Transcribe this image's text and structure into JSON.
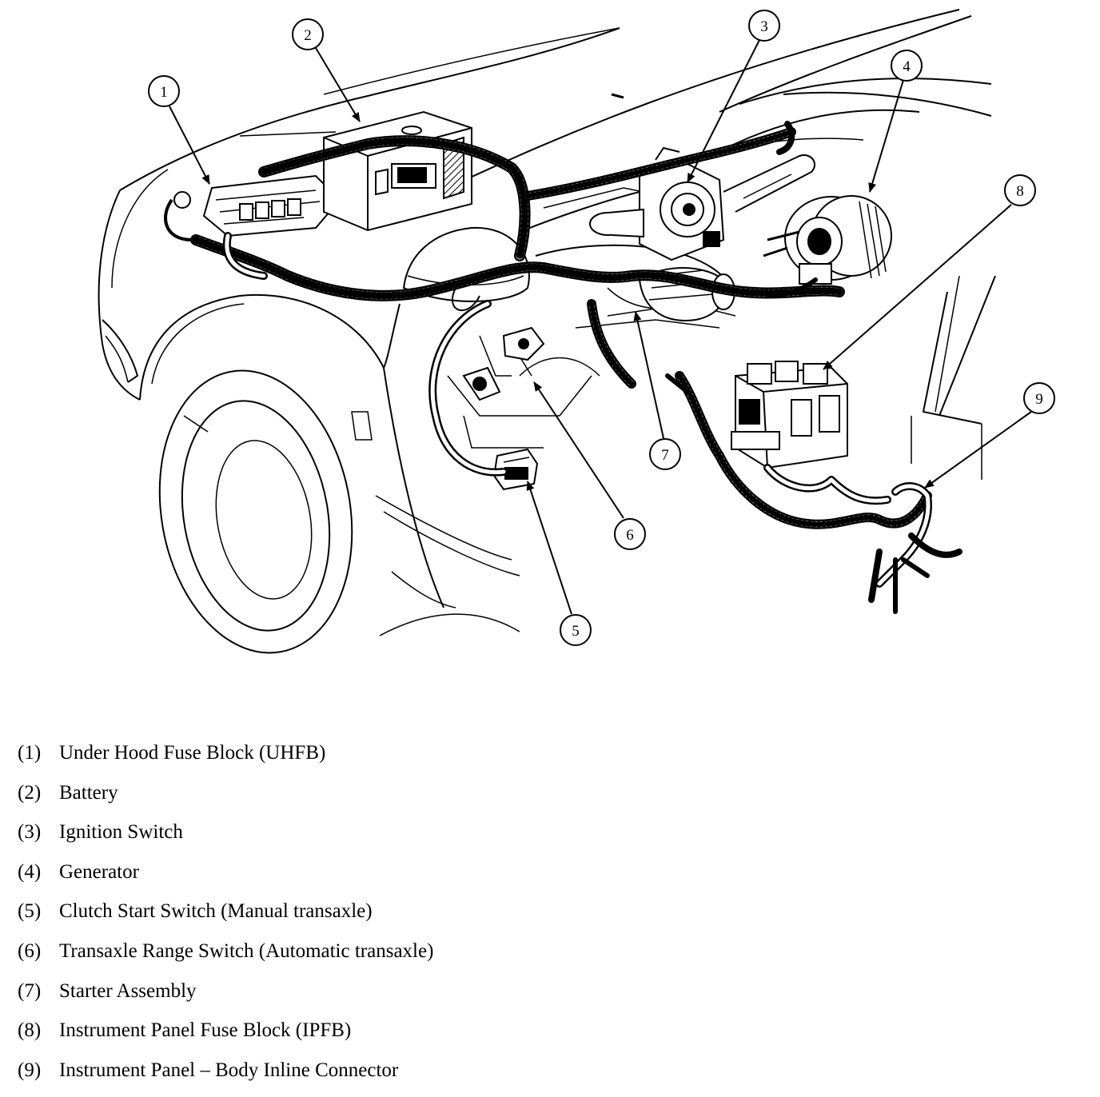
{
  "colors": {
    "ink": "#000000",
    "paper": "#ffffff"
  },
  "callouts": [
    "1",
    "2",
    "3",
    "4",
    "5",
    "6",
    "7",
    "8",
    "9"
  ],
  "legend": [
    {
      "num": "(1)",
      "label": "Under Hood Fuse Block (UHFB)"
    },
    {
      "num": "(2)",
      "label": "Battery"
    },
    {
      "num": "(3)",
      "label": "Ignition Switch"
    },
    {
      "num": "(4)",
      "label": "Generator"
    },
    {
      "num": "(5)",
      "label": "Clutch Start Switch (Manual transaxle)"
    },
    {
      "num": "(6)",
      "label": "Transaxle Range Switch (Automatic transaxle)"
    },
    {
      "num": "(7)",
      "label": "Starter Assembly"
    },
    {
      "num": "(8)",
      "label": "Instrument Panel Fuse Block (IPFB)"
    },
    {
      "num": "(9)",
      "label": "Instrument Panel – Body Inline Connector"
    }
  ]
}
